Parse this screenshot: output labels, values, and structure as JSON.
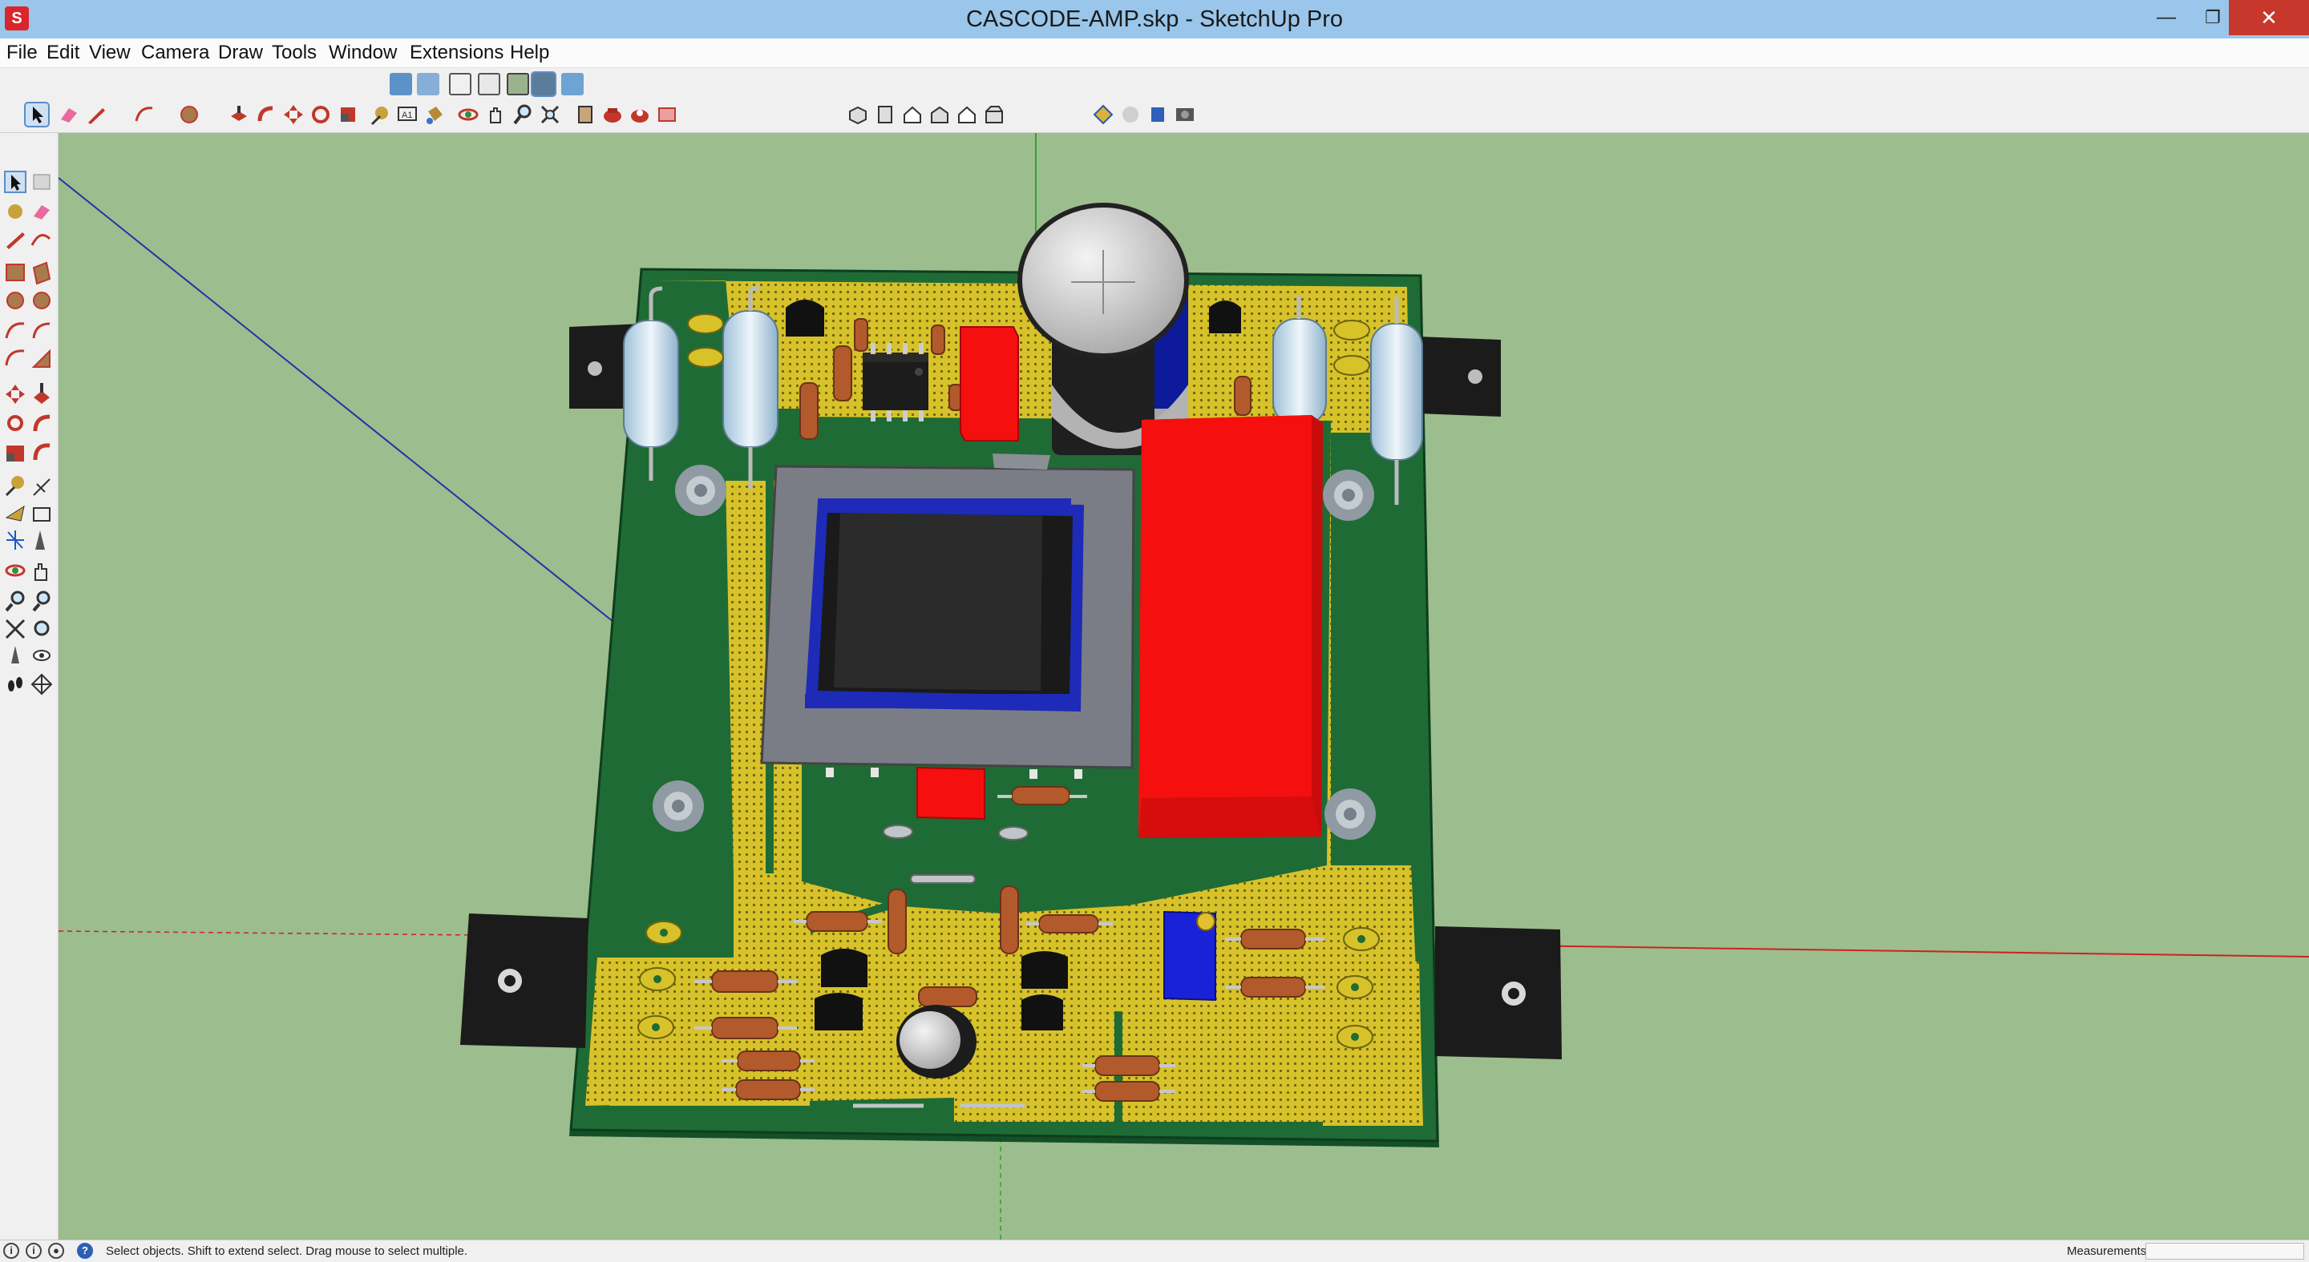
{
  "window": {
    "title": "CASCODE-AMP.skp - SketchUp Pro"
  },
  "menu": {
    "items": [
      {
        "label": "File"
      },
      {
        "label": "Edit"
      },
      {
        "label": "View"
      },
      {
        "label": "Camera"
      },
      {
        "label": "Draw"
      },
      {
        "label": "Tools"
      },
      {
        "label": "Window"
      },
      {
        "label": "Extensions"
      },
      {
        "label": "Help"
      }
    ]
  },
  "toolbar": {
    "styles_icons": [
      "xray-icon",
      "back-edges-icon",
      "wireframe-icon",
      "hidden-line-icon",
      "shaded-icon",
      "shaded-textures-icon",
      "monochrome-icon"
    ],
    "large_tool_icons": [
      "select-icon",
      "eraser-icon",
      "pencil-icon",
      "arc-icon",
      "shape-icon",
      "push-pull-icon",
      "follow-me-icon",
      "move-icon",
      "rotate-icon",
      "scale-icon",
      "tape-measure-icon",
      "text-icon",
      "paint-bucket-icon",
      "orbit-icon",
      "pan-icon",
      "zoom-icon",
      "zoom-extents-icon",
      "component-icon",
      "warehouse-icon",
      "extension-warehouse-icon",
      "layout-icon"
    ],
    "views_icons": [
      "iso-view-icon",
      "top-view-icon",
      "front-view-icon",
      "right-view-icon",
      "back-view-icon",
      "left-view-icon"
    ],
    "extra_icons": [
      "sandbox-icon",
      "section-icon",
      "solid-tools-icon",
      "advanced-camera-icon"
    ]
  },
  "status": {
    "message": "Select objects. Shift to extend select. Drag mouse to select multiple.",
    "measurements_label": "Measurements",
    "measurements_value": ""
  },
  "colors": {
    "title_bar": "#99c6ea",
    "viewport_background": "#9cbd8d",
    "pcb_green": "#1f6b35",
    "pcb_copper": "#d8c22a",
    "component_red": "#f50f0f",
    "trimmer_blue": "#1a22d8",
    "resistor_brown": "#b25a2c",
    "close_button": "#c7372c"
  }
}
